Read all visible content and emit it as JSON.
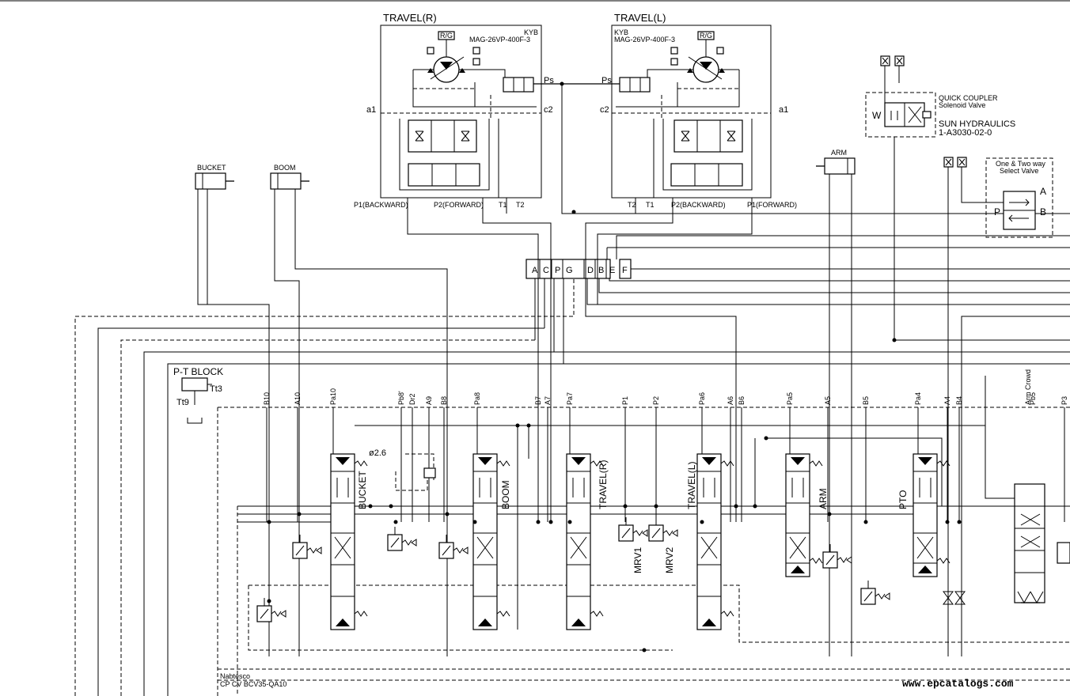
{
  "travel_right": {
    "title": "TRAVEL(R)",
    "maker": "KYB",
    "model": "MAG-26VP-400F-3",
    "rg": "R/G",
    "ps": "Ps",
    "a1": "a1",
    "c2": "c2",
    "p1": "P1(BACKWARD)",
    "p2": "P2(FORWARD)",
    "t1": "T1",
    "t2": "T2"
  },
  "travel_left": {
    "title": "TRAVEL(L)",
    "maker": "KYB",
    "model": "MAG-26VP-400F-3",
    "rg": "R/G",
    "ps": "Ps",
    "a1": "a1",
    "c2": "c2",
    "p1": "P1(FORWARD)",
    "p2": "P2(BACKWARD)",
    "t1": "T1",
    "t2": "T2"
  },
  "cylinders": {
    "bucket": "BUCKET",
    "boom": "BOOM",
    "arm": "ARM"
  },
  "quick_coupler": {
    "title": "QUICK COUPLER",
    "subtitle": "Solenoid Valve",
    "maker": "SUN HYDRAULICS",
    "part": "1-A3030-02-0",
    "w": "W"
  },
  "select_valve": {
    "line1": "One & Two way",
    "line2": "Select Valve",
    "a": "A",
    "b": "B",
    "p": "P"
  },
  "swivel_ports": [
    "A",
    "C",
    "P",
    "G",
    "D",
    "B",
    "E",
    "F"
  ],
  "pt_block": {
    "title": "P-T BLOCK",
    "tt3": "Tt3",
    "tt9": "Tt9"
  },
  "port_labels": [
    "B10",
    "A10",
    "Pa10",
    "Pb8'",
    "Dr2",
    "A9",
    "B8",
    "Pa8",
    "B7",
    "A7",
    "Pa7",
    "P1",
    "P2",
    "Pa6",
    "A6",
    "B6",
    "Pa5",
    "A5",
    "B5",
    "Pa4",
    "A4",
    "B4",
    "Arm Crowd",
    "Pb5",
    "P3"
  ],
  "orifice": "ø2.6",
  "spools": [
    "BUCKET",
    "BOOM",
    "TRAVEL(R)",
    "TRAVEL(L)",
    "ARM",
    "PTO"
  ],
  "relief_valves": [
    "MRV1",
    "MRV2"
  ],
  "control_valve": {
    "maker": "Nabtesco",
    "model": "CP CV BCV35-QA10"
  },
  "watermark": "www.epcatalogs.com"
}
